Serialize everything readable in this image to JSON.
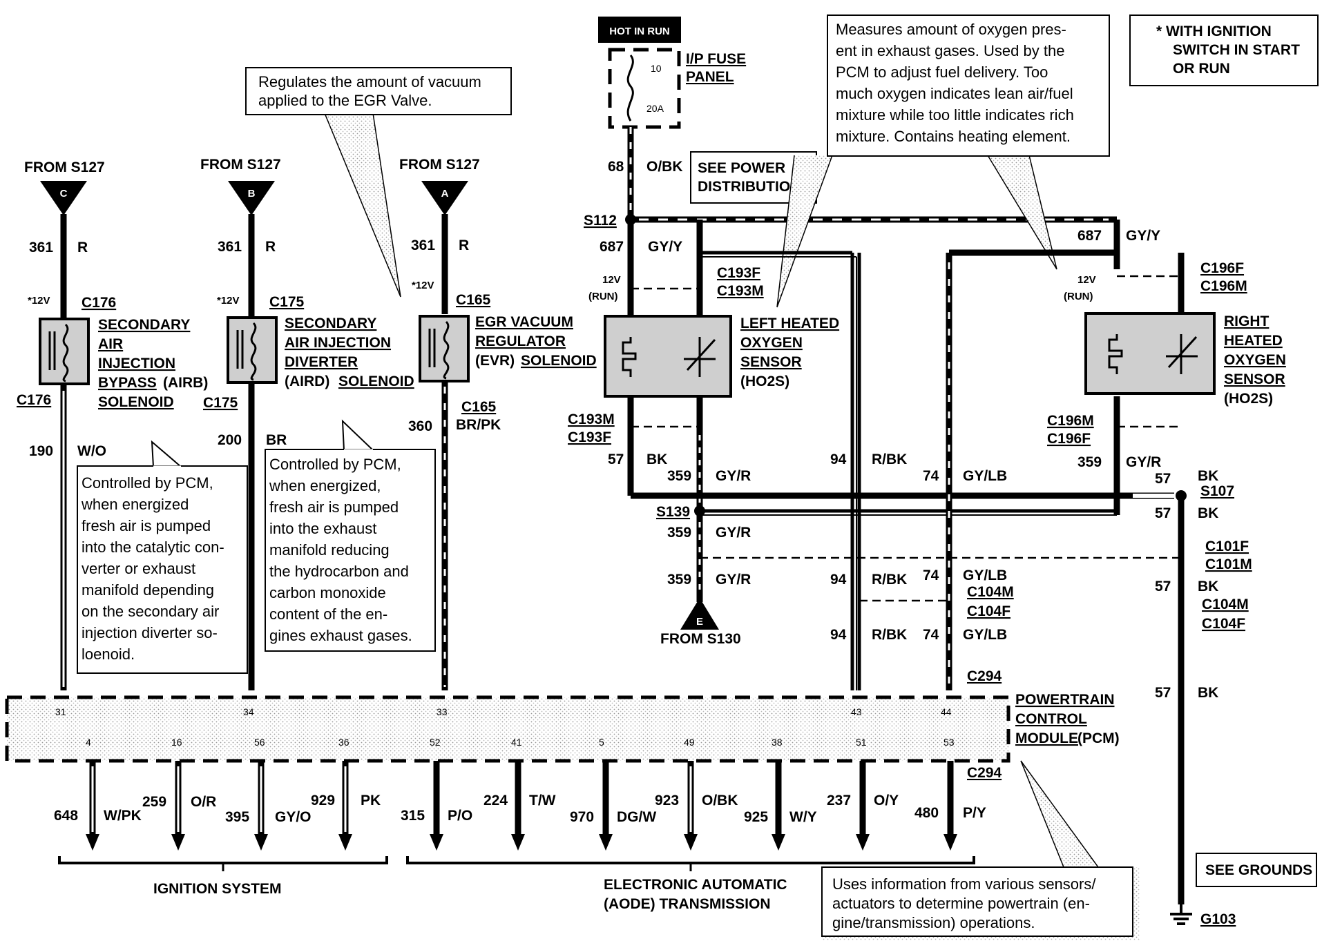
{
  "hot_in_run": "HOT IN RUN",
  "fuse": {
    "rating_top": "10",
    "rating_bottom": "20A",
    "label_1": "I/P FUSE",
    "label_2": "PANEL"
  },
  "see_power": {
    "line_1": "SEE POWER",
    "line_2": "DISTRIBUTION"
  },
  "ignition_note": {
    "line_1": "* WITH IGNITION",
    "line_2": "SWITCH IN START",
    "line_3": "OR RUN"
  },
  "egr_note": {
    "line_1": "Regulates the amount of vacuum",
    "line_2": "applied to the EGR Valve."
  },
  "o2_note": {
    "line_1": "Measures amount of oxygen pres-",
    "line_2": "ent in exhaust gases. Used by the",
    "line_3": "PCM to adjust fuel delivery.  Too",
    "line_4": "much oxygen indicates lean air/fuel",
    "line_5": "mixture while too little indicates rich",
    "line_6": "mixture.  Contains heating element."
  },
  "airb_note": {
    "line_1": "Controlled by PCM,",
    "line_2": "when energized",
    "line_3": "fresh air is pumped",
    "line_4": "into the catalytic con-",
    "line_5": "verter or exhaust",
    "line_6": "manifold depending",
    "line_7": "on the secondary air",
    "line_8": "injection diverter so-",
    "line_9": "loenoid."
  },
  "aird_note": {
    "line_1": "Controlled by PCM,",
    "line_2": "when energized,",
    "line_3": "fresh air is pumped",
    "line_4": "into the exhaust",
    "line_5": "manifold reducing",
    "line_6": "the hydrocarbon and",
    "line_7": "carbon monoxide",
    "line_8": "content of the en-",
    "line_9": "gines exhaust gases."
  },
  "pcm_note": {
    "line_1": "Uses information from various sensors/",
    "line_2": "actuators to determine powertrain (en-",
    "line_3": "gine/transmission) operations."
  },
  "from_s127": "FROM S127",
  "from_s130": "FROM S130",
  "splice_letters": {
    "c": "C",
    "b": "B",
    "a": "A",
    "e": "E"
  },
  "twelve_v_star": "*12V",
  "twelve_v": "12V",
  "run": "(RUN)",
  "components": {
    "airb": {
      "line_1": "SECONDARY",
      "line_2": "AIR",
      "line_3": "INJECTION",
      "line_4": "BYPASS",
      "line_4b": "(AIRB)",
      "line_5": "SOLENOID"
    },
    "aird": {
      "line_1": "SECONDARY",
      "line_2": "AIR INJECTION",
      "line_3": "DIVERTER",
      "line_4a": "(AIRD)",
      "line_4b": "SOLENOID"
    },
    "evr": {
      "line_1": "EGR VACUUM",
      "line_2": "REGULATOR",
      "line_3a": "(EVR)",
      "line_3b": "SOLENOID"
    },
    "lho2s": {
      "line_1": "LEFT HEATED",
      "line_2": "OXYGEN",
      "line_3": "SENSOR",
      "line_4": "(HO2S)"
    },
    "rho2s": {
      "line_1": "RIGHT",
      "line_2": "HEATED",
      "line_3": "OXYGEN",
      "line_4": "SENSOR",
      "line_5": "(HO2S)"
    },
    "pcm": {
      "line_1": "POWERTRAIN",
      "line_2": "CONTROL",
      "line_3": "MODULE",
      "line_3b": "(PCM)"
    }
  },
  "connectors": {
    "c176": "C176",
    "c175": "C175",
    "c165": "C165",
    "c193f": "C193F",
    "c193m": "C193M",
    "c196f": "C196F",
    "c196m": "C196M",
    "c101f": "C101F",
    "c101m": "C101M",
    "c104m": "C104M",
    "c104f": "C104F",
    "c294": "C294"
  },
  "splices": {
    "s112": "S112",
    "s139": "S139",
    "s107": "S107"
  },
  "ground": "G103",
  "see_grounds": "SEE GROUNDS",
  "circuits": {
    "c361": "361",
    "r": "R",
    "c190": "190",
    "wo": "W/O",
    "c200": "200",
    "br": "BR",
    "c360": "360",
    "brpk": "BR/PK",
    "c68": "68",
    "obk": "O/BK",
    "c687": "687",
    "gyy": "GY/Y",
    "c57": "57",
    "bk": "BK",
    "c359": "359",
    "gyr": "GY/R",
    "c94": "94",
    "rbk": "R/BK",
    "c74": "74",
    "gylb": "GY/LB"
  },
  "pcm_pins_top": [
    "31",
    "34",
    "33",
    "43",
    "44"
  ],
  "pcm_pins_bottom": [
    "4",
    "16",
    "56",
    "36",
    "52",
    "41",
    "5",
    "49",
    "38",
    "51",
    "53"
  ],
  "outputs": [
    {
      "num": "648",
      "color": "W/PK"
    },
    {
      "num": "259",
      "color": "O/R"
    },
    {
      "num": "395",
      "color": "GY/O"
    },
    {
      "num": "929",
      "color": "PK"
    },
    {
      "num": "315",
      "color": "P/O"
    },
    {
      "num": "224",
      "color": "T/W"
    },
    {
      "num": "970",
      "color": "DG/W"
    },
    {
      "num": "923",
      "color": "O/BK"
    },
    {
      "num": "925",
      "color": "W/Y"
    },
    {
      "num": "237",
      "color": "O/Y"
    },
    {
      "num": "480",
      "color": "P/Y"
    }
  ],
  "ignition_system": "IGNITION SYSTEM",
  "transmission": {
    "line_1": "ELECTRONIC AUTOMATIC",
    "line_2": "(AODE) TRANSMISSION"
  }
}
